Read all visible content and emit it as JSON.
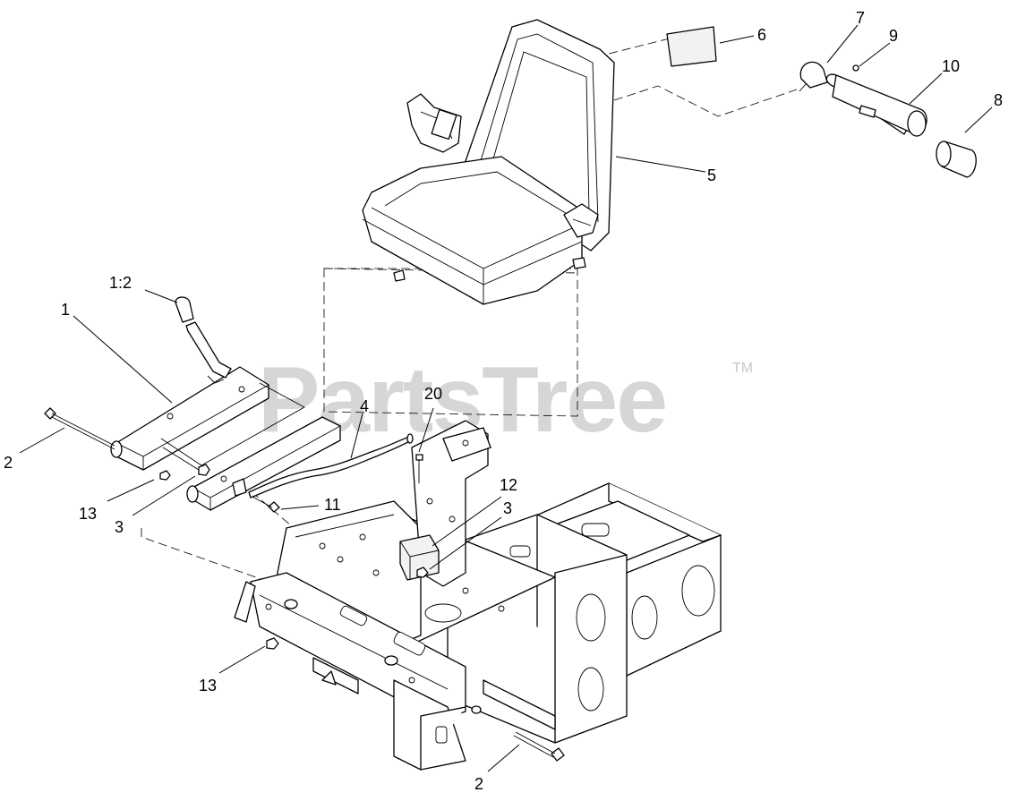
{
  "watermark": {
    "brand": "PartsTree",
    "mark": "TM"
  },
  "callouts": [
    {
      "id": "c1",
      "label": "1"
    },
    {
      "id": "c1_2",
      "label": "1:2"
    },
    {
      "id": "c2a",
      "label": "2"
    },
    {
      "id": "c2b",
      "label": "2"
    },
    {
      "id": "c3a",
      "label": "3"
    },
    {
      "id": "c3b",
      "label": "3"
    },
    {
      "id": "c4",
      "label": "4"
    },
    {
      "id": "c5",
      "label": "5"
    },
    {
      "id": "c6",
      "label": "6"
    },
    {
      "id": "c7",
      "label": "7"
    },
    {
      "id": "c8",
      "label": "8"
    },
    {
      "id": "c9",
      "label": "9"
    },
    {
      "id": "c10",
      "label": "10"
    },
    {
      "id": "c11",
      "label": "11"
    },
    {
      "id": "c12",
      "label": "12"
    },
    {
      "id": "c13a",
      "label": "13"
    },
    {
      "id": "c13b",
      "label": "13"
    },
    {
      "id": "c20",
      "label": "20"
    }
  ]
}
